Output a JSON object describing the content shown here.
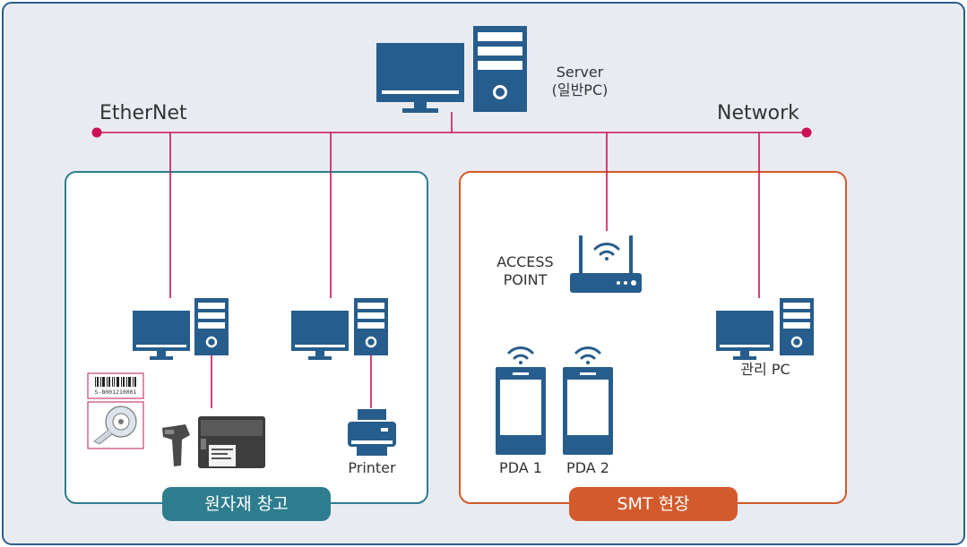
{
  "network": {
    "left_label": "EtherNet",
    "right_label": "Network"
  },
  "server": {
    "line1": "Server",
    "line2": "(일반PC)"
  },
  "warehouse": {
    "title": "원자재 창고",
    "printer_label": "Printer",
    "barcode_text": "S-B001210001"
  },
  "smt": {
    "title": "SMT 현장",
    "ap_line1": "ACCESS",
    "ap_line2": "POINT",
    "pda1": "PDA 1",
    "pda2": "PDA 2",
    "admin_pc": "관리 PC"
  },
  "colors": {
    "panel_bg": "#e8ecf2",
    "icon_blue": "#275d8c",
    "line_red": "#cc1155",
    "teal": "#2d7d8e",
    "orange": "#d35a2c"
  }
}
